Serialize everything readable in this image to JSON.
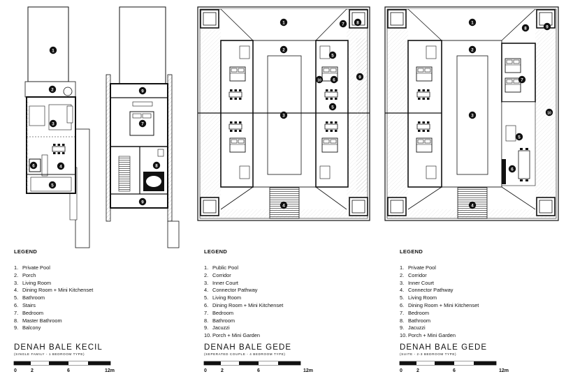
{
  "plans": [
    {
      "title": "DENAH BALE KECIL",
      "subtitle": "(SINGLE FAMILY - 1 BEDROOM TYPE)",
      "legend_heading": "LEGEND",
      "legend": [
        {
          "num": "1.",
          "label": "Private Pool"
        },
        {
          "num": "2.",
          "label": "Porch"
        },
        {
          "num": "3.",
          "label": "Living Room"
        },
        {
          "num": "4.",
          "label": "Dining Room + Mini Kitchenset"
        },
        {
          "num": "5.",
          "label": "Bathroom"
        },
        {
          "num": "6.",
          "label": "Stairs"
        },
        {
          "num": "7.",
          "label": "Bedroom"
        },
        {
          "num": "8.",
          "label": "Master Bathroom"
        },
        {
          "num": "9.",
          "label": "Balcony"
        }
      ],
      "scale": [
        "0",
        "2",
        "6",
        "12m"
      ]
    },
    {
      "title": "DENAH BALE GEDE",
      "subtitle": "(SEPERATED COUPLE - 4 BEDROOM TYPE)",
      "legend_heading": "LEGEND",
      "legend": [
        {
          "num": "1.",
          "label": "Public Pool"
        },
        {
          "num": "2.",
          "label": "Corridor"
        },
        {
          "num": "3.",
          "label": "Inner Court"
        },
        {
          "num": "4.",
          "label": "Connector Pathway"
        },
        {
          "num": "5.",
          "label": "Living Room"
        },
        {
          "num": "6.",
          "label": "Dining Room + Mini Kitchenset"
        },
        {
          "num": "7.",
          "label": "Bedroom"
        },
        {
          "num": "8.",
          "label": "Bathroom"
        },
        {
          "num": "9.",
          "label": "Jacuzzi"
        },
        {
          "num": "10.",
          "label": "Porch + Mini Garden"
        }
      ],
      "scale": [
        "0",
        "2",
        "6",
        "12m"
      ]
    },
    {
      "title": "DENAH BALE GEDE",
      "subtitle": "(SUITE - 2-3 BEDROOM TYPE)",
      "legend_heading": "LEGEND",
      "legend": [
        {
          "num": "1.",
          "label": "Private Pool"
        },
        {
          "num": "2.",
          "label": "Corridor"
        },
        {
          "num": "3.",
          "label": "Inner Court"
        },
        {
          "num": "4.",
          "label": "Connector Pathway"
        },
        {
          "num": "5.",
          "label": "Living Room"
        },
        {
          "num": "6.",
          "label": "Dining Room + Mini Kitchenset"
        },
        {
          "num": "7.",
          "label": "Bedroom"
        },
        {
          "num": "8.",
          "label": "Bathroom"
        },
        {
          "num": "9.",
          "label": "Jacuzzi"
        },
        {
          "num": "10.",
          "label": "Porch + Mini Garden"
        }
      ],
      "scale": [
        "0",
        "2",
        "6",
        "12m"
      ]
    }
  ],
  "markers": {
    "kecil_ground": [
      "1",
      "2",
      "3",
      "4",
      "5",
      "6"
    ],
    "kecil_upper": [
      "7",
      "8",
      "9",
      "9"
    ],
    "gede_couple": [
      "1",
      "2",
      "3",
      "4",
      "5",
      "5",
      "6",
      "7",
      "8",
      "9",
      "10"
    ],
    "gede_suite": [
      "1",
      "2",
      "3",
      "4",
      "5",
      "6",
      "7",
      "8",
      "9",
      "10"
    ]
  }
}
